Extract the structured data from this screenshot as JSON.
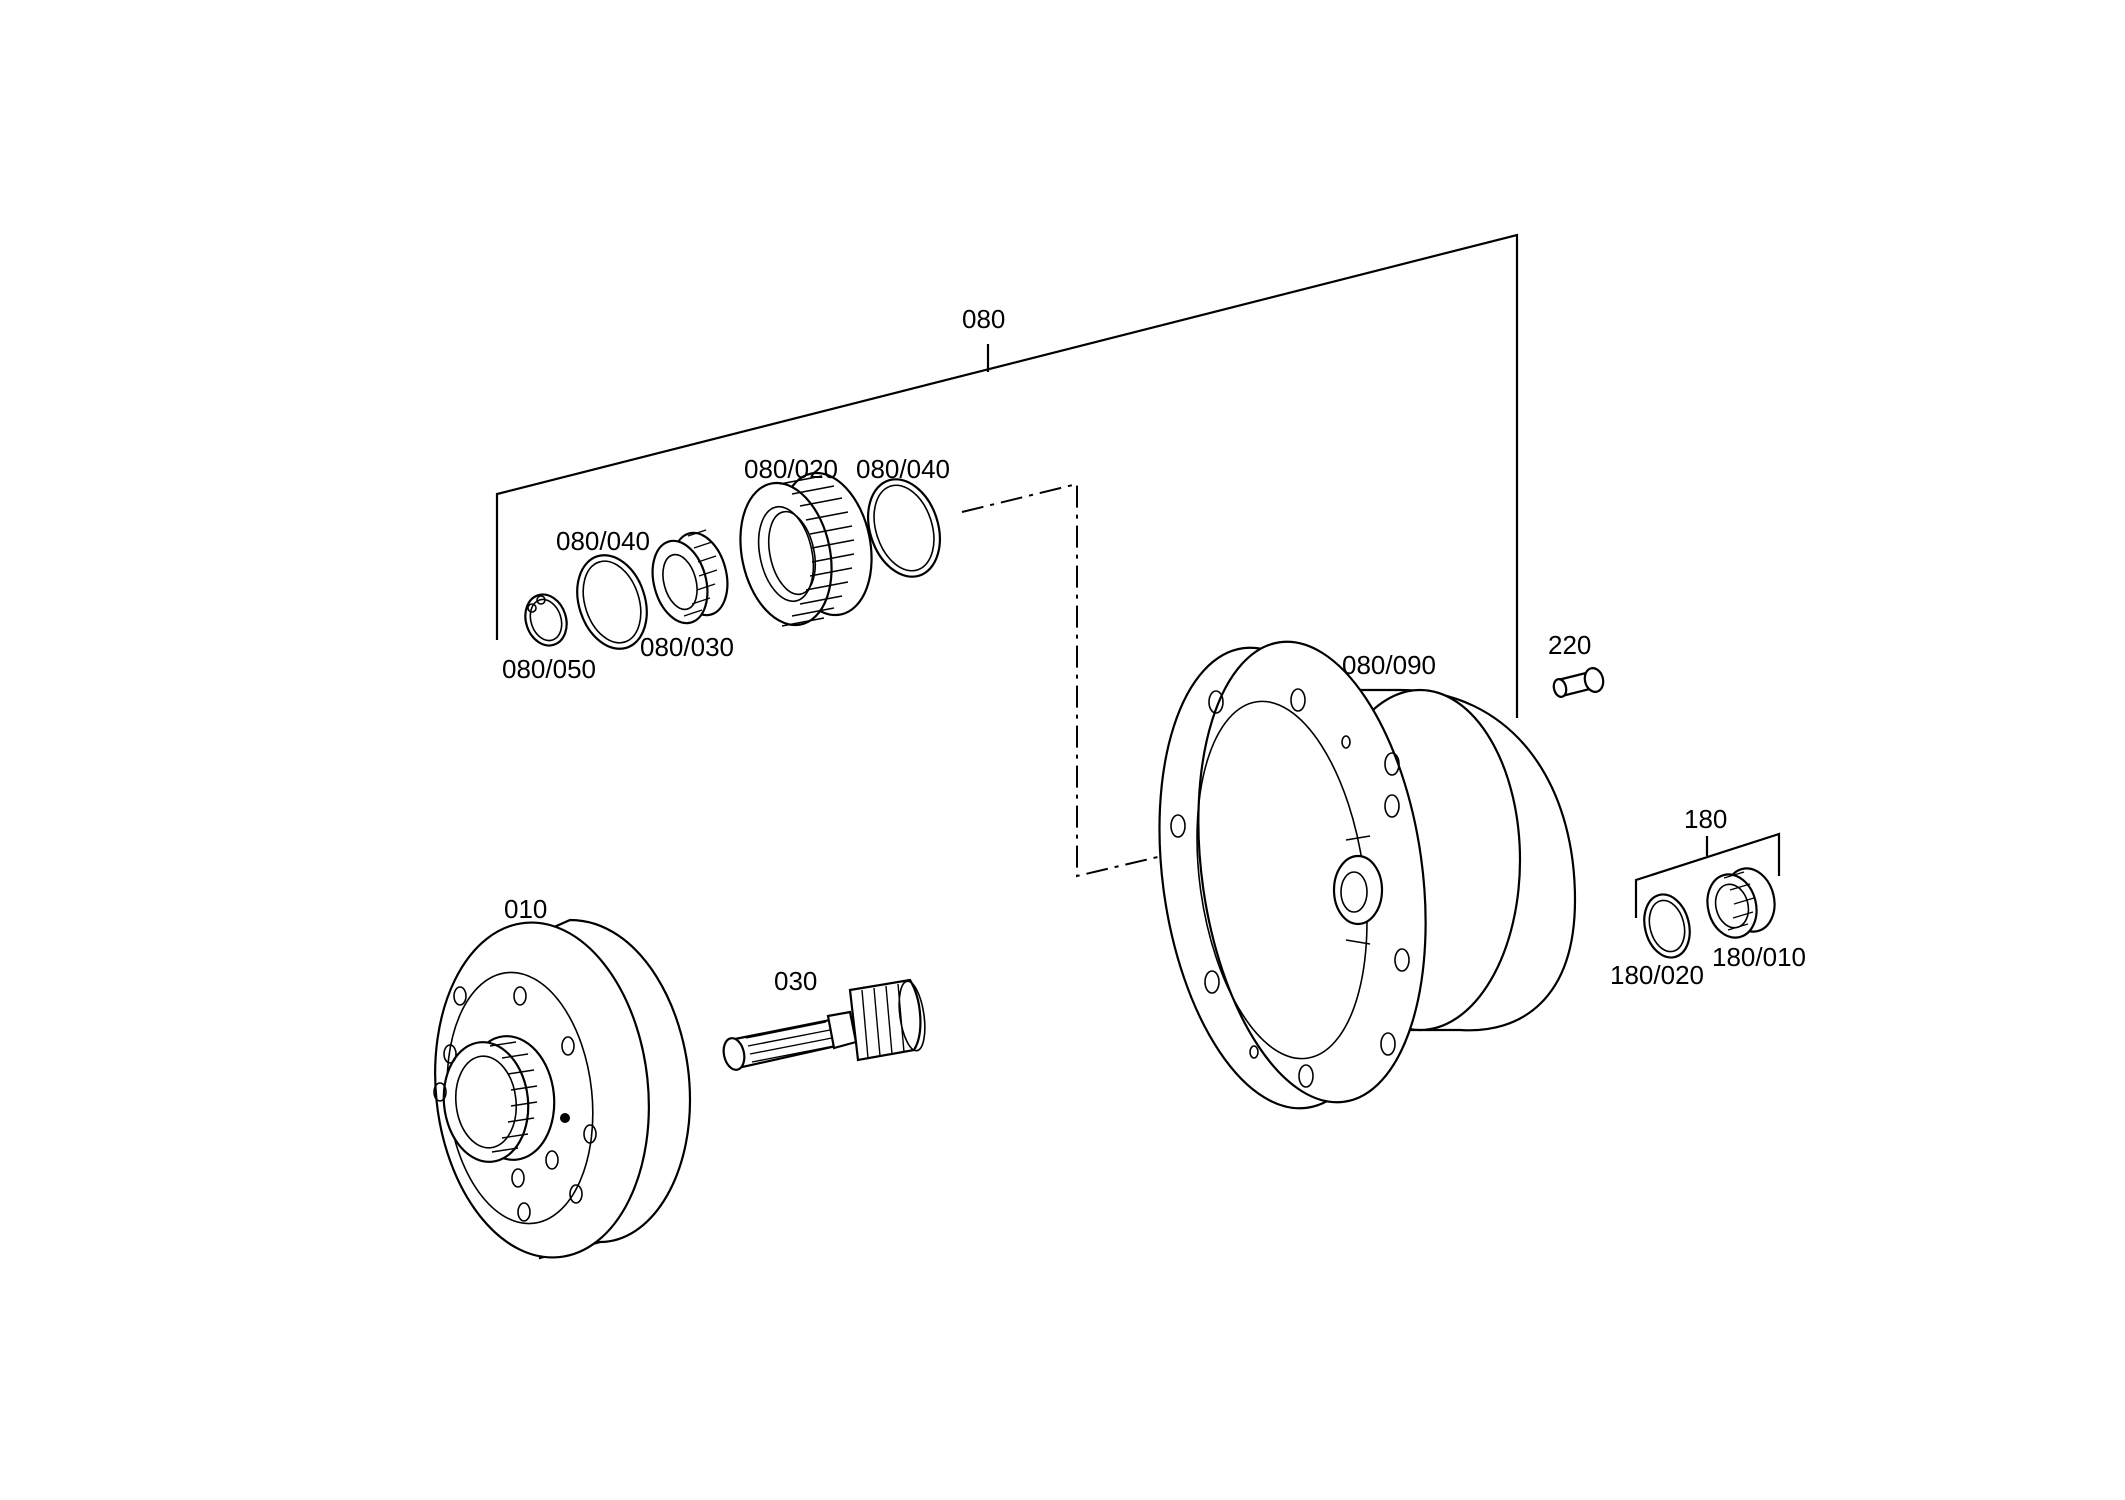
{
  "labels": {
    "p080": "080",
    "p080_020": "080/020",
    "p080_040_top": "080/040",
    "p080_040_left": "080/040",
    "p080_030": "080/030",
    "p080_050": "080/050",
    "p080_090": "080/090",
    "p220": "220",
    "p180": "180",
    "p180_020": "180/020",
    "p180_010": "180/010",
    "p010": "010",
    "p030": "030"
  },
  "colors": {
    "line": "#000000",
    "background": "#ffffff"
  }
}
